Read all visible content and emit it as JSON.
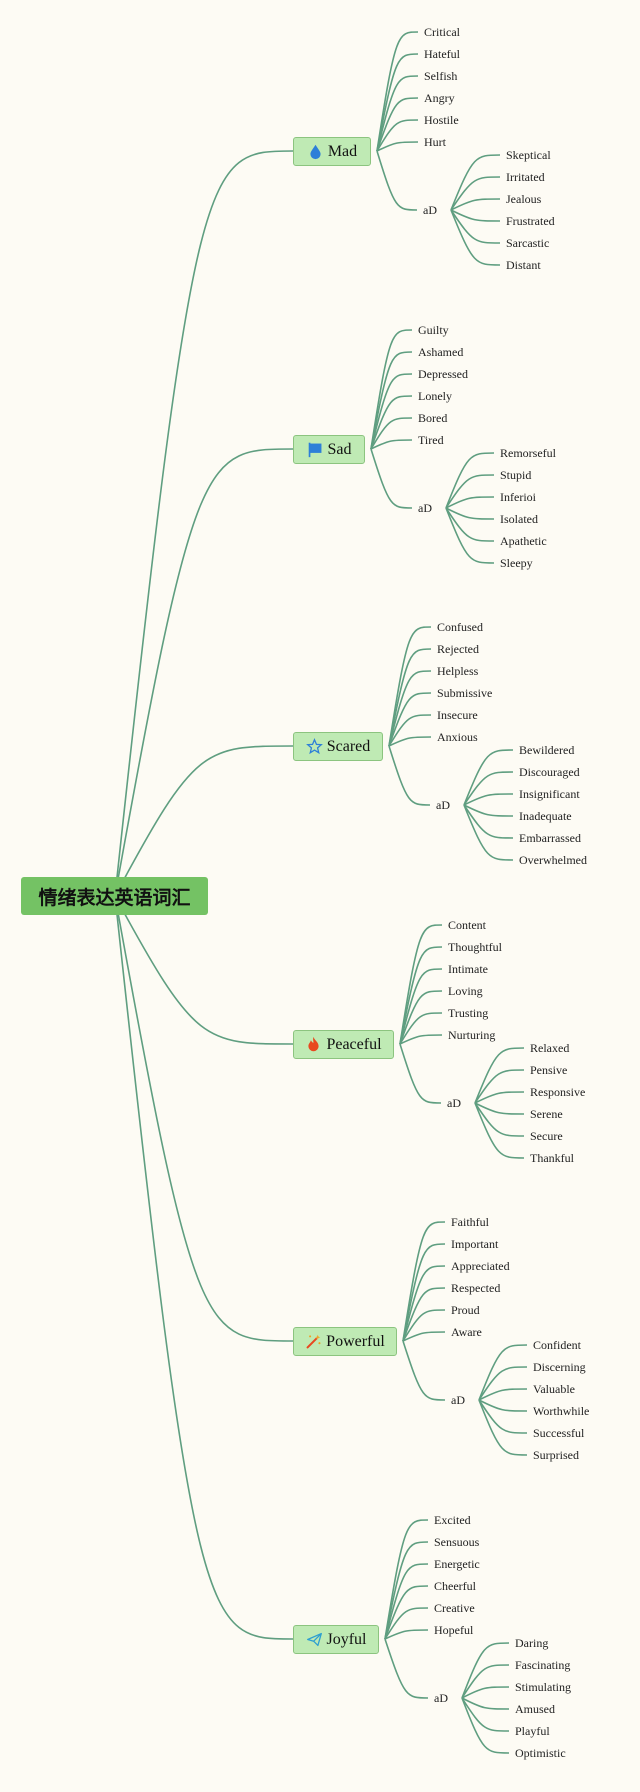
{
  "root": {
    "title": "情绪表达英语词汇"
  },
  "colors": {
    "connector": "#5f9e80",
    "root_fill": "#74c264",
    "category_fill": "#bfeab4"
  },
  "categories": [
    {
      "name": "Mad",
      "icon": "water-drop-icon",
      "icon_color": "#2d7fd8",
      "words": [
        "Critical",
        "Hateful",
        "Selfish",
        "Angry",
        "Hostile",
        "Hurt"
      ],
      "sub": {
        "label": "aD",
        "words": [
          "Skeptical",
          "Irritated",
          "Jealous",
          "Frustrated",
          "Sarcastic",
          "Distant"
        ]
      }
    },
    {
      "name": "Sad",
      "icon": "flag-icon",
      "icon_color": "#2d7fd8",
      "words": [
        "Guilty",
        "Ashamed",
        "Depressed",
        "Lonely",
        "Bored",
        "Tired"
      ],
      "sub": {
        "label": "aD",
        "words": [
          "Remorseful",
          "Stupid",
          "Inferioi",
          "Isolated",
          "Apathetic",
          "Sleepy"
        ]
      }
    },
    {
      "name": "Scared",
      "icon": "star-icon",
      "icon_color": "#2d7fd8",
      "words": [
        "Confused",
        "Rejected",
        "Helpless",
        "Submissive",
        "Insecure",
        "Anxious"
      ],
      "sub": {
        "label": "aD",
        "words": [
          "Bewildered",
          "Discouraged",
          "Insignificant",
          "Inadequate",
          "Embarrassed",
          "Overwhelmed"
        ]
      }
    },
    {
      "name": "Peaceful",
      "icon": "flame-icon",
      "icon_color": "#e8481f",
      "words": [
        "Content",
        "Thoughtful",
        "Intimate",
        "Loving",
        "Trusting",
        "Nurturing"
      ],
      "sub": {
        "label": "aD",
        "words": [
          "Relaxed",
          "Pensive",
          "Responsive",
          "Serene",
          "Secure",
          "Thankful"
        ]
      }
    },
    {
      "name": "Powerful",
      "icon": "magic-wand-icon",
      "icon_color": "#e8481f",
      "words": [
        "Faithful",
        "Important",
        "Appreciated",
        "Respected",
        "Proud",
        "Aware"
      ],
      "sub": {
        "label": "aD",
        "words": [
          "Confident",
          "Discerning",
          "Valuable",
          "Worthwhile",
          "Successful",
          "Surprised"
        ]
      }
    },
    {
      "name": "Joyful",
      "icon": "paper-plane-icon",
      "icon_color": "#2d9fd0",
      "words": [
        "Excited",
        "Sensuous",
        "Energetic",
        "Cheerful",
        "Creative",
        "Hopeful"
      ],
      "sub": {
        "label": "aD",
        "words": [
          "Daring",
          "Fascinating",
          "Stimulating",
          "Amused",
          "Playful",
          "Optimistic"
        ]
      }
    }
  ]
}
